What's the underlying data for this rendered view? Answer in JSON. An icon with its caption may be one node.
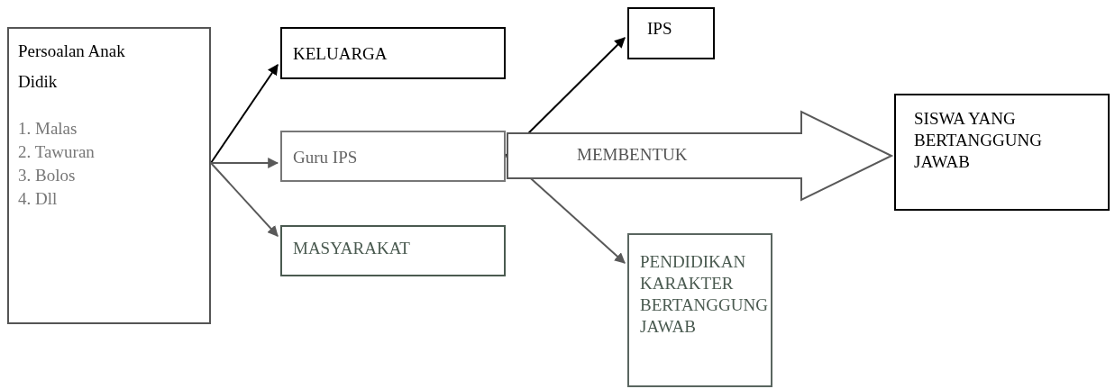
{
  "diagram": {
    "nodes": [
      {
        "text": [
          "Persoalan Anak Didik",
          "1. Malas",
          "2. Tawuran",
          "3. Bolos",
          "4. Dll"
        ]
      },
      {
        "text": [
          "KELUARGA"
        ]
      },
      {
        "text": [
          "Guru IPS"
        ]
      },
      {
        "text": [
          "MASYARAKAT"
        ]
      },
      {
        "text": [
          "IPS"
        ]
      },
      {
        "text": [
          "PENDIDIKAN KARAKTER BERTANGGUNG JAWAB"
        ]
      },
      {
        "text": [
          "SISWA YANG BERTANGGUNG JAWAB"
        ]
      }
    ],
    "edges": [
      {
        "from": 0,
        "to": 1,
        "arrow": "to",
        "color": "#000000"
      },
      {
        "from": 0,
        "to": 2,
        "arrow": "to"
      },
      {
        "from": 0,
        "to": 3,
        "arrow": "to"
      },
      {
        "from": 2,
        "to": 4,
        "arrow": "to",
        "color": "#000000"
      },
      {
        "from": 2,
        "to": 5,
        "arrow": "to"
      },
      {
        "from": 2,
        "to": 6,
        "arrow": "to",
        "label": "MEMBENTUK",
        "style": "thick"
      }
    ]
  }
}
